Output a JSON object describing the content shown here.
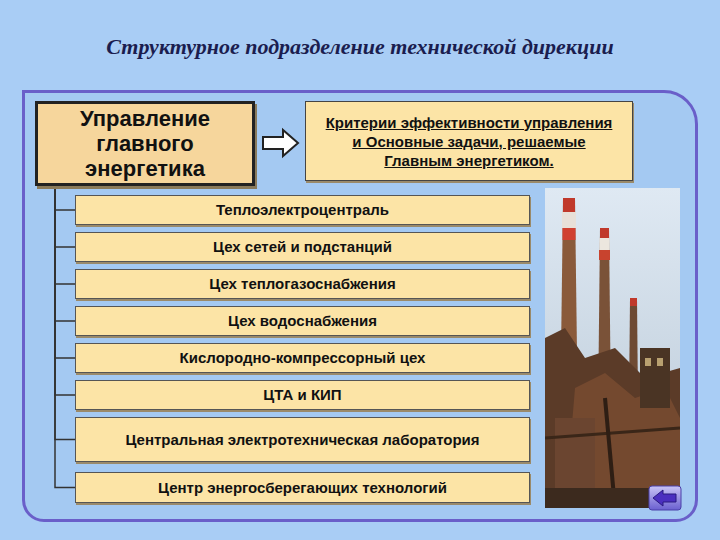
{
  "diagram": {
    "title": "Структурное подразделение технической дирекции",
    "nodes": [
      {
        "text": [
          "Управление главного энергетика"
        ]
      },
      {
        "text": [
          "Критерии эффективности управления и Основные задачи, решаемые Главным энергетиком."
        ]
      },
      {
        "text": [
          "Теплоэлектроцентраль"
        ]
      },
      {
        "text": [
          "Цех сетей и подстанций"
        ]
      },
      {
        "text": [
          "Цех теплогазоснабжения"
        ]
      },
      {
        "text": [
          "Цех водоснабжения"
        ]
      },
      {
        "text": [
          "Кислородно-компрессорный цех"
        ]
      },
      {
        "text": [
          "ЦТА и КИП"
        ]
      },
      {
        "text": [
          "Центральная электротехническая лаборатория"
        ]
      },
      {
        "text": [
          "Центр энергосберегающих технологий"
        ]
      }
    ],
    "edges": [
      {
        "from": 0,
        "to": 1,
        "arrow": "to"
      },
      {
        "from": 0,
        "to": 2,
        "arrow": "none"
      },
      {
        "from": 0,
        "to": 3,
        "arrow": "none"
      },
      {
        "from": 0,
        "to": 4,
        "arrow": "none"
      },
      {
        "from": 0,
        "to": 5,
        "arrow": "none"
      },
      {
        "from": 0,
        "to": 6,
        "arrow": "none"
      },
      {
        "from": 0,
        "to": 7,
        "arrow": "none"
      },
      {
        "from": 0,
        "to": 8,
        "arrow": "none"
      },
      {
        "from": 0,
        "to": 9,
        "arrow": "none"
      }
    ]
  }
}
